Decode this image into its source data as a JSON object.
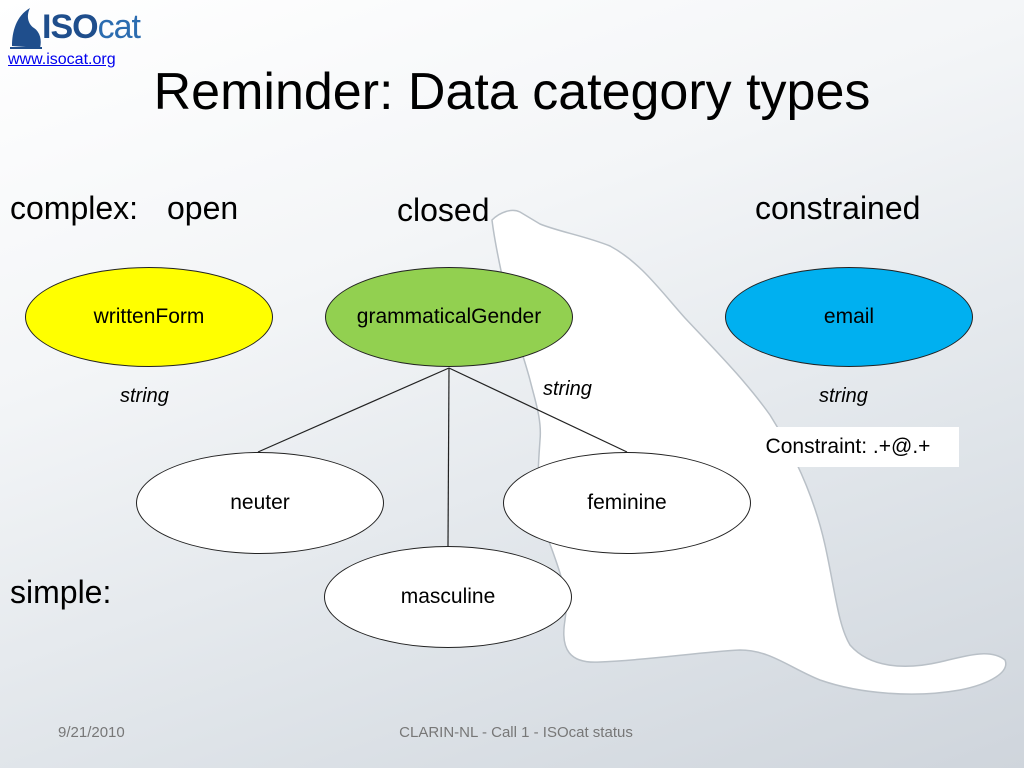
{
  "header": {
    "logo_text_iso": "ISO",
    "logo_text_cat": "cat",
    "site_link": "www.isocat.org"
  },
  "title": "Reminder: Data category types",
  "labels": {
    "complex": "complex:",
    "open": "open",
    "closed": "closed",
    "constrained": "constrained",
    "simple": "simple:"
  },
  "nodes": {
    "writtenForm": "writtenForm",
    "grammaticalGender": "grammaticalGender",
    "email": "email",
    "neuter": "neuter",
    "feminine": "feminine",
    "masculine": "masculine"
  },
  "types": {
    "open_type": "string",
    "closed_type": "string",
    "constrained_type": "string"
  },
  "constraint": "Constraint: .+@.+",
  "colors": {
    "open": "#ffff00",
    "closed": "#92d050",
    "constrained": "#00b0f0",
    "simple": "#ffffff"
  },
  "footer": {
    "date": "9/21/2010",
    "center": "CLARIN-NL - Call 1 - ISOcat status"
  }
}
